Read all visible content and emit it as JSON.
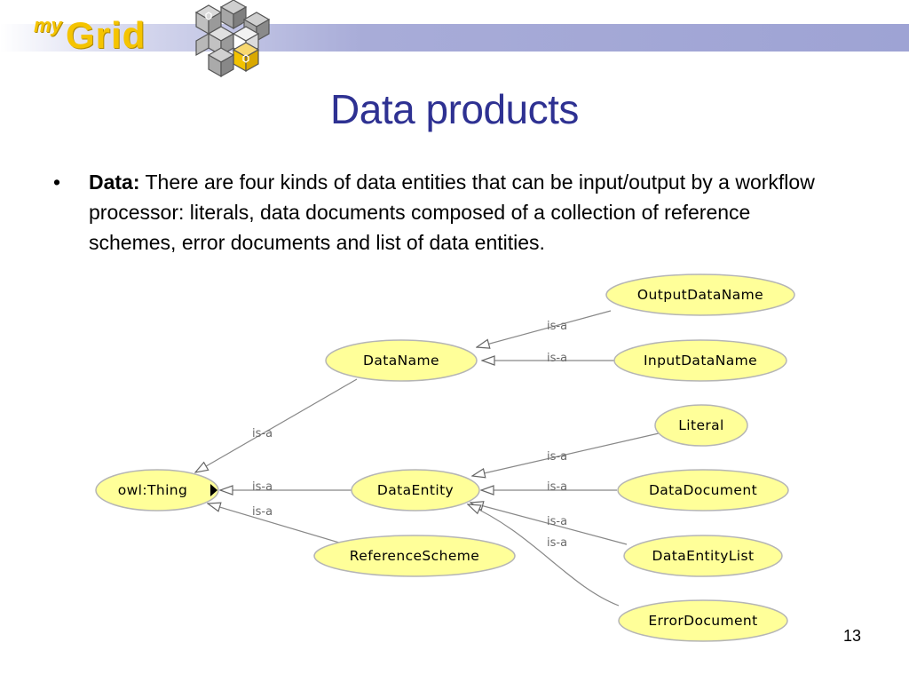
{
  "logo": {
    "my": "my",
    "grid": "Grid"
  },
  "title": "Data products",
  "bullet": {
    "marker": "•",
    "lead": "Data:",
    "text": " There are four kinds of data entities that can be input/output by a workflow processor: literals, data documents composed of a collection of reference schemes, error documents and list of data entities."
  },
  "diagram": {
    "nodes": {
      "owl_thing": "owl:Thing",
      "data_name": "DataName",
      "output_data_name": "OutputDataName",
      "input_data_name": "InputDataName",
      "data_entity": "DataEntity",
      "literal": "Literal",
      "data_document": "DataDocument",
      "data_entity_list": "DataEntityList",
      "error_document": "ErrorDocument",
      "reference_scheme": "ReferenceScheme"
    },
    "edge_label": "is-a"
  },
  "page_number": "13",
  "colors": {
    "title": "#2e3192",
    "node_fill": "#ffff99",
    "node_stroke": "#b5b5b5",
    "banner": "#9ea3d4",
    "logo": "#f5c400"
  }
}
